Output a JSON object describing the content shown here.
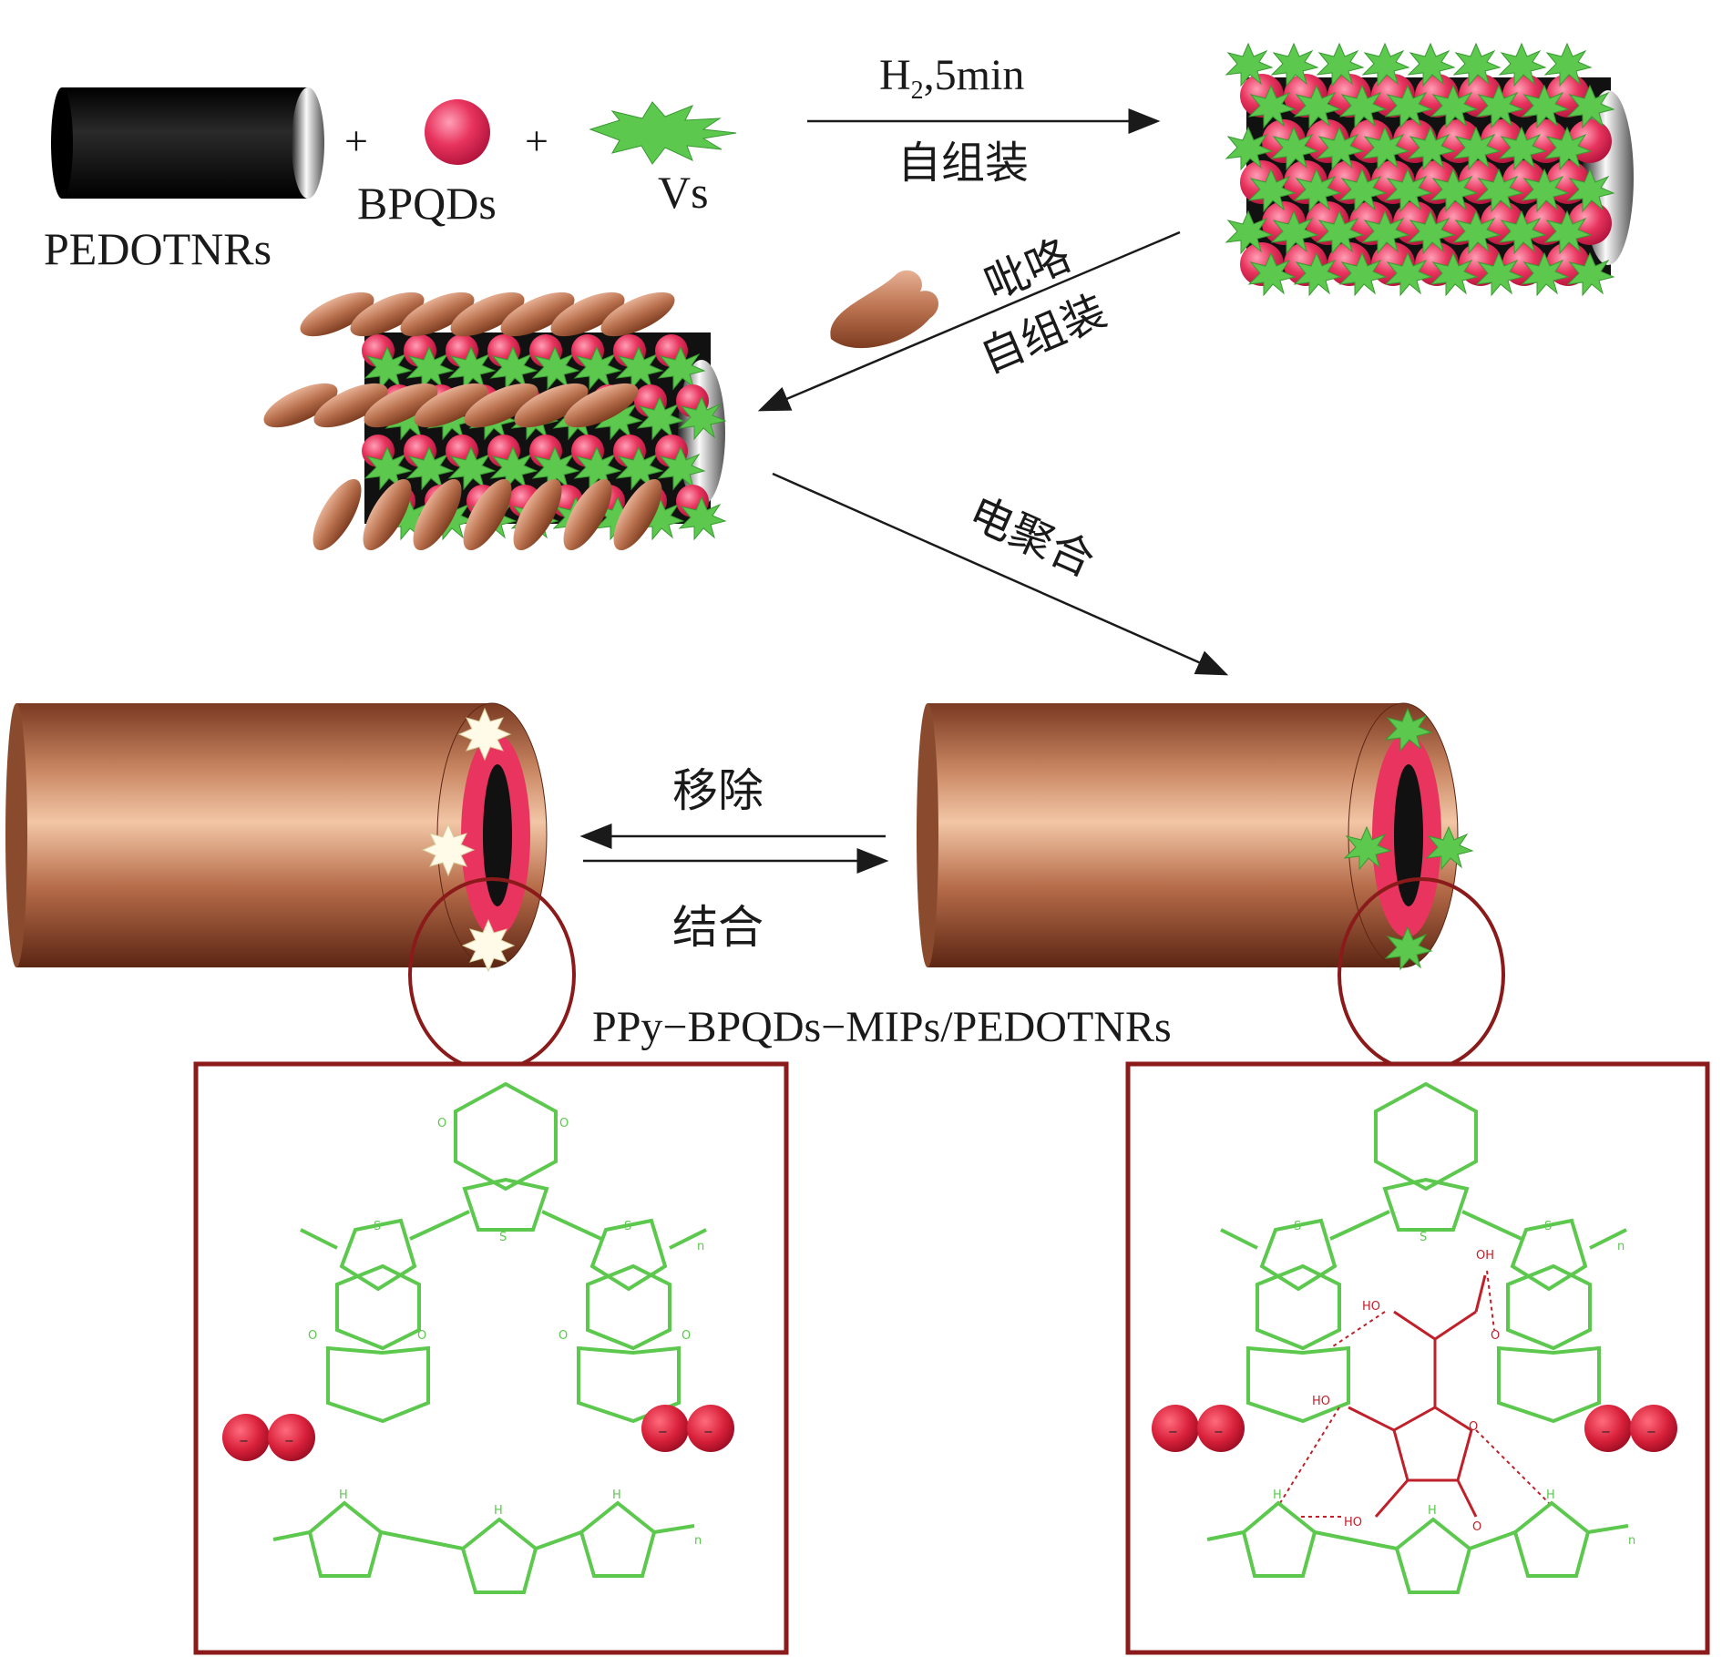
{
  "labels": {
    "pedot": "PEDOTNRs",
    "bpqds": "BPQDs",
    "vs": "Vs",
    "plus": "+",
    "h2_main": "H",
    "h2_sub": "2",
    "h2_rest": ",5min",
    "self_assembly_1": "自组装",
    "pyrrole": "吡咯",
    "self_assembly_2": "自组装",
    "electropolymerization": "电聚合",
    "removal": "移除",
    "binding": "结合",
    "product": "PPy−BPQDs−MIPs/PEDOTNRs"
  },
  "chem": {
    "s": "S",
    "o": "O",
    "n_sub": "n",
    "h": "H",
    "oh": "OH",
    "ho": "HO",
    "minus": "−"
  },
  "colors": {
    "black_rod": "#111111",
    "bpqd_red": "#e8345e",
    "vs_green": "#5cc84e",
    "ppy_brown": "#b9714e",
    "circle_dark_red": "#8b1a1a",
    "chem_green": "#5cc84e",
    "chem_red": "#c0202a"
  }
}
